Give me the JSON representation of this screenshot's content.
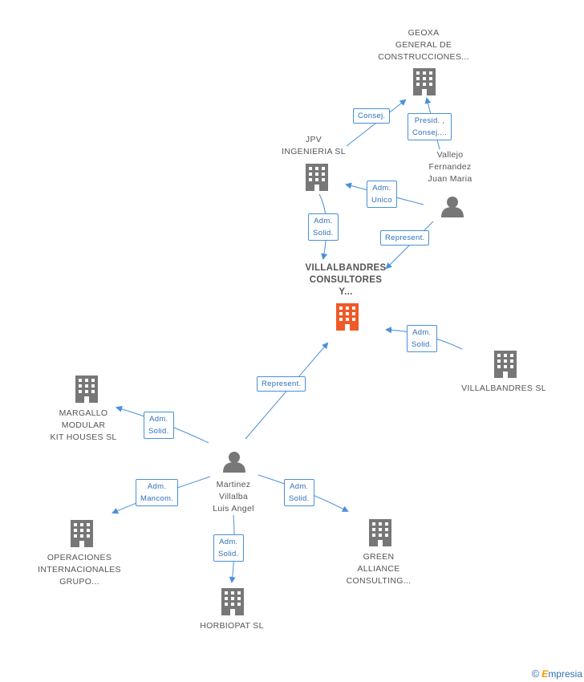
{
  "nodes": {
    "geoxa": {
      "lines": [
        "GEOXA",
        "GENERAL DE",
        "CONSTRUCCIONES..."
      ],
      "type": "company",
      "icon": "building-icon"
    },
    "jpv": {
      "lines": [
        "JPV",
        "INGENIERIA SL"
      ],
      "type": "company",
      "icon": "building-icon"
    },
    "vallejo": {
      "lines": [
        "Vallejo",
        "Fernandez",
        "Juan Maria"
      ],
      "type": "person",
      "icon": "person-icon"
    },
    "villalbandres_consultores": {
      "lines": [
        "VILLALBANDRES",
        "CONSULTORES",
        "Y..."
      ],
      "type": "company",
      "focus": true,
      "icon": "building-icon"
    },
    "villalbandres_sl": {
      "lines": [
        "VILLALBANDRES SL"
      ],
      "type": "company",
      "icon": "building-icon"
    },
    "margallo": {
      "lines": [
        "MARGALLO",
        "MODULAR",
        "KIT HOUSES SL"
      ],
      "type": "company",
      "icon": "building-icon"
    },
    "martinez": {
      "lines": [
        "Martinez",
        "Villalba",
        "Luis Angel"
      ],
      "type": "person",
      "icon": "person-icon"
    },
    "operaciones": {
      "lines": [
        "OPERACIONES",
        "INTERNACIONALES",
        "GRUPO..."
      ],
      "type": "company",
      "icon": "building-icon"
    },
    "horbiopat": {
      "lines": [
        "HORBIOPAT SL"
      ],
      "type": "company",
      "icon": "building-icon"
    },
    "green": {
      "lines": [
        "GREEN",
        "ALLIANCE",
        "CONSULTING..."
      ],
      "type": "company",
      "icon": "building-icon"
    }
  },
  "edges": [
    {
      "id": "jpv-geoxa",
      "lines": [
        "Consej."
      ]
    },
    {
      "id": "vallejo-geoxa",
      "lines": [
        "Presid. ,",
        "Consej...."
      ]
    },
    {
      "id": "vallejo-jpv",
      "lines": [
        "Adm.",
        "Unico"
      ]
    },
    {
      "id": "jpv-focus",
      "lines": [
        "Adm.",
        "Solid."
      ]
    },
    {
      "id": "vallejo-focus",
      "lines": [
        "Represent."
      ]
    },
    {
      "id": "vsl-focus",
      "lines": [
        "Adm.",
        "Solid."
      ]
    },
    {
      "id": "martinez-focus",
      "lines": [
        "Represent."
      ]
    },
    {
      "id": "martinez-margallo",
      "lines": [
        "Adm.",
        "Solid."
      ]
    },
    {
      "id": "martinez-operaciones",
      "lines": [
        "Adm.",
        "Mancom."
      ]
    },
    {
      "id": "martinez-horbiopat",
      "lines": [
        "Adm.",
        "Solid."
      ]
    },
    {
      "id": "martinez-green",
      "lines": [
        "Adm.",
        "Solid."
      ]
    }
  ],
  "colors": {
    "edge": "#4a90d9",
    "node": "#777777",
    "focus": "#f05a28",
    "label_text": "#2f6fb8"
  },
  "brand": {
    "copyright": "©",
    "e": "E",
    "rest": "mpresia"
  }
}
